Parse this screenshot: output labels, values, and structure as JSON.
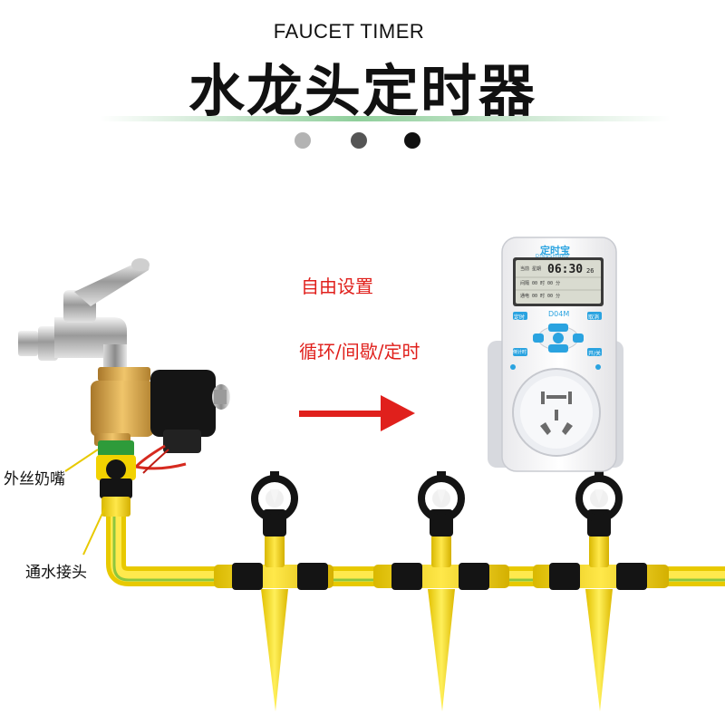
{
  "header": {
    "subtitle": "FAUCET TIMER",
    "title": "水龙头定时器"
  },
  "indicator_dots": {
    "colors": [
      "#b3b3b3",
      "#555555",
      "#111111"
    ]
  },
  "features": {
    "free_setting": "自由设置",
    "modes": "循环/间歇/定时"
  },
  "callouts": {
    "outer_thread_nozzle": "外丝奶嘴",
    "water_connector": "通水接头"
  },
  "timer_device": {
    "brand": "定时宝",
    "brand_pinyin": "DINGSHIBAO",
    "time": "06:30",
    "seconds": "26",
    "model": "D04M",
    "buttons": {
      "timer": "定时",
      "cancel": "取消",
      "countdown": "倒计时",
      "on_off": "开/关"
    }
  },
  "colors": {
    "accent_red": "#e0201c",
    "pipe_yellow": "#f5d800",
    "pipe_green_stripe": "#8cc63f",
    "button_blue": "#2aa3e0"
  }
}
